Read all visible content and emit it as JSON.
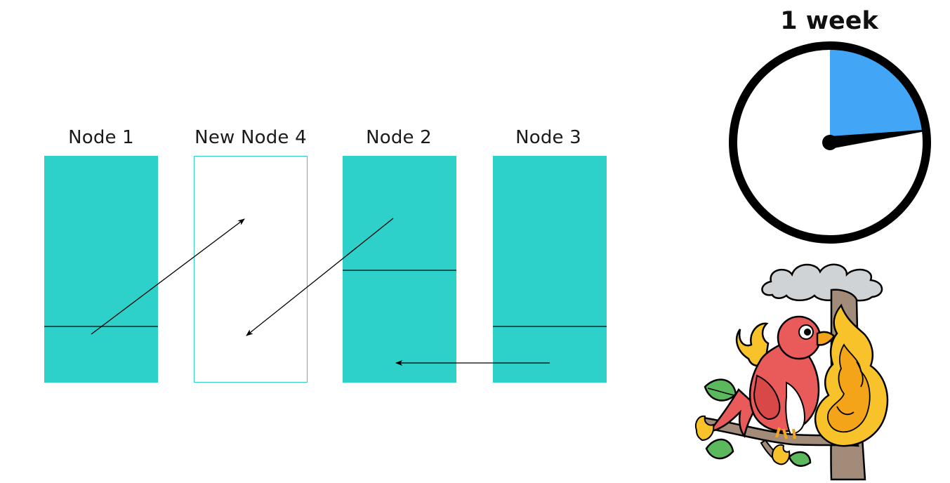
{
  "diagram": {
    "nodes": [
      {
        "label": "Node 1",
        "state": "filled",
        "divider_fraction": 0.75
      },
      {
        "label": "New Node 4",
        "state": "empty",
        "divider_fraction": null
      },
      {
        "label": "Node 2",
        "state": "filled",
        "divider_fraction": 0.5
      },
      {
        "label": "Node 3",
        "state": "filled",
        "divider_fraction": 0.75
      }
    ],
    "arrows": [
      {
        "from": "Node 1",
        "to": "New Node 4"
      },
      {
        "from": "Node 2",
        "to": "New Node 4"
      },
      {
        "from": "Node 3",
        "to": "Node 2"
      }
    ],
    "colors": {
      "node_fill": "#2dd1c9",
      "divider": "#1e5554",
      "arrow": "#000000"
    }
  },
  "timer": {
    "label": "1 week",
    "progress_fraction": 0.23,
    "colors": {
      "ring": "#000000",
      "fill": "#42a5f5",
      "hand": "#000000"
    }
  },
  "illustration": {
    "icon": "bird-on-burning-tree-illustration"
  }
}
